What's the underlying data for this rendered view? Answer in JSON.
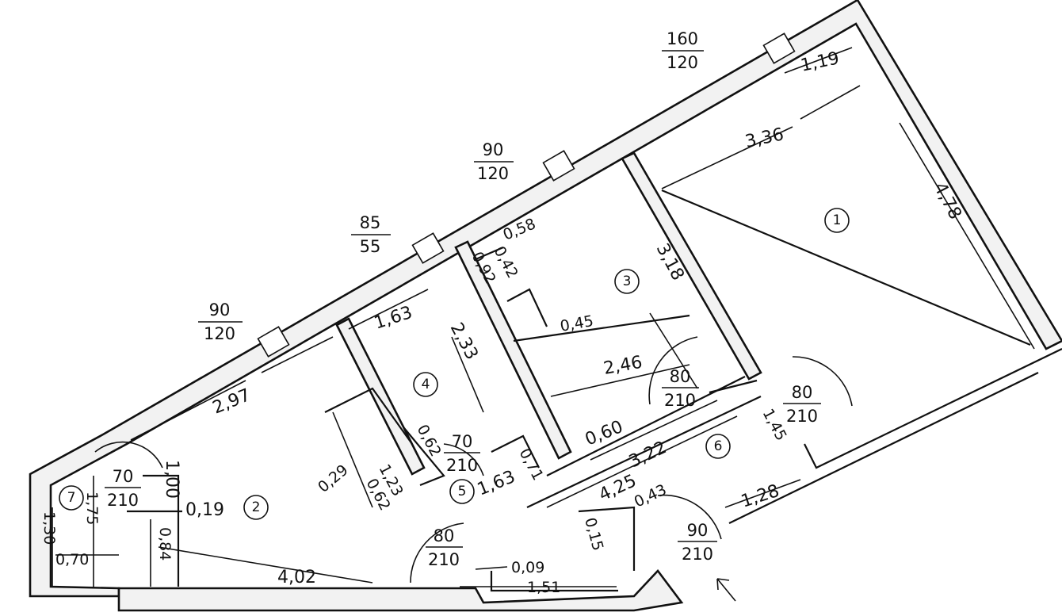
{
  "rooms": [
    {
      "id": "r1",
      "number": "1"
    },
    {
      "id": "r2",
      "number": "2"
    },
    {
      "id": "r3",
      "number": "3"
    },
    {
      "id": "r4",
      "number": "4"
    },
    {
      "id": "r5",
      "number": "5"
    },
    {
      "id": "r6",
      "number": "6"
    },
    {
      "id": "r7",
      "number": "7"
    }
  ],
  "windows": [
    {
      "id": "w1",
      "width": "160",
      "height": "120"
    },
    {
      "id": "w2",
      "width": "90",
      "height": "120"
    },
    {
      "id": "w3",
      "width": "85",
      "height": "55"
    },
    {
      "id": "w4",
      "width": "90",
      "height": "120"
    }
  ],
  "doors": [
    {
      "id": "d1",
      "width": "80",
      "height": "210"
    },
    {
      "id": "d2",
      "width": "80",
      "height": "210"
    },
    {
      "id": "d3",
      "width": "70",
      "height": "210"
    },
    {
      "id": "d4",
      "width": "70",
      "height": "210"
    },
    {
      "id": "d5",
      "width": "80",
      "height": "210"
    },
    {
      "id": "d6",
      "width": "90",
      "height": "210"
    }
  ],
  "dimensions": {
    "d_1_19": "1,19",
    "d_3_36": "3,36",
    "d_4_78": "4,78",
    "d_0_58": "0,58",
    "d_0_42": "0,42",
    "d_0_92": "0,92",
    "d_0_45": "0,45",
    "d_3_18": "3,18",
    "d_2_46": "2,46",
    "d_1_63a": "1,63",
    "d_2_33": "2,33",
    "d_2_97": "2,97",
    "d_1_00": "1,00",
    "d_0_19": "0,19",
    "d_1_75": "1,75",
    "d_1_30": "1,30",
    "d_0_70": "0,70",
    "d_0_84": "0,84",
    "d_4_02": "4,02",
    "d_0_29": "0,29",
    "d_1_23": "1,23",
    "d_0_62a": "0,62",
    "d_0_62b": "0,62",
    "d_1_63b": "1,63",
    "d_0_71": "0,71",
    "d_0_60": "0,60",
    "d_3_22": "3,22",
    "d_4_25": "4,25",
    "d_0_43": "0,43",
    "d_1_45": "1,45",
    "d_1_28": "1,28",
    "d_0_15": "0,15",
    "d_0_09": "0,09",
    "d_1_51": "1,51"
  }
}
